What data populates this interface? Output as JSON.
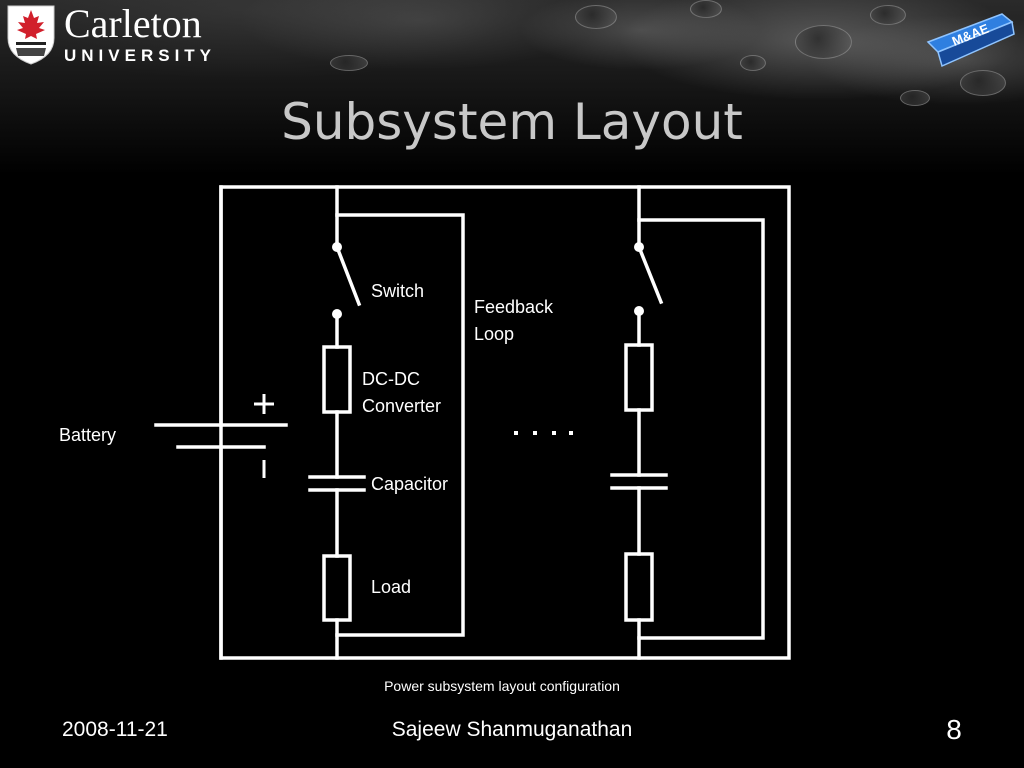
{
  "branding": {
    "university_name": "Carleton",
    "university_sub": "UNIVERSITY",
    "dept_badge": "M&AE"
  },
  "slide": {
    "title": "Subsystem Layout"
  },
  "diagram": {
    "labels": {
      "battery": "Battery",
      "plus": "+",
      "minus": "−",
      "switch": "Switch",
      "feedback": "Feedback\nLoop",
      "dcdc": "DC-DC\nConverter",
      "capacitor": "Capacitor",
      "load": "Load",
      "ellipsis": "· · · ·"
    },
    "caption": "Power subsystem layout configuration"
  },
  "footer": {
    "date": "2008-11-21",
    "author": "Sajeew Shanmuganathan",
    "page": "8"
  },
  "colors": {
    "background": "#000000",
    "foreground": "#ffffff",
    "title": "#c8c8c8",
    "logo_red": "#d11f2b",
    "badge_blue": "#1b5fb8"
  }
}
